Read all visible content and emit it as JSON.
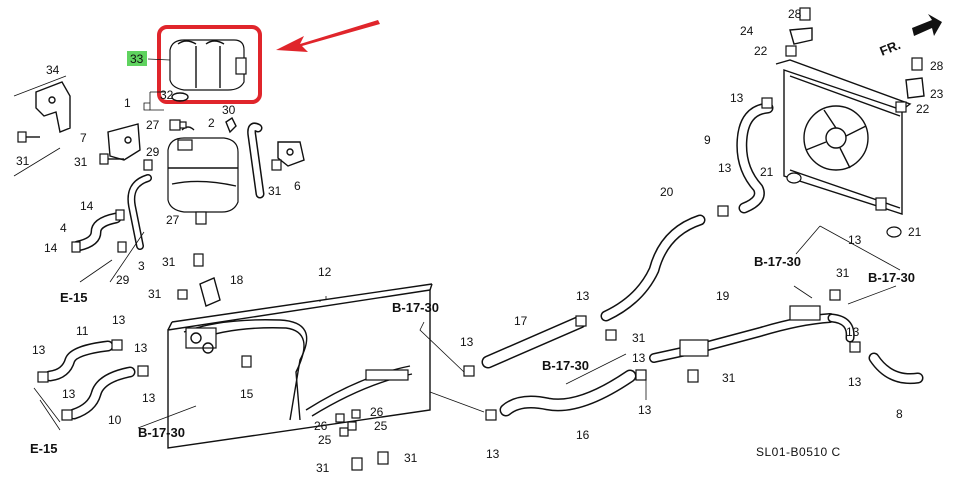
{
  "diagram": {
    "highlight_color": "#e0252b",
    "badge_color": "#5fd35f",
    "highlight_label": "33",
    "code": "SL01-B0510 C",
    "direction": "FR.",
    "ref_b1730": "B-17-30",
    "ref_e15": "E-15",
    "labels": {
      "l34": "34",
      "l31a": "31",
      "l7": "7",
      "l31b": "31",
      "l1": "1",
      "l32": "32",
      "l30": "30",
      "l27a": "27",
      "l2": "2",
      "l29a": "29",
      "l6": "6",
      "l31c": "31",
      "l14a": "14",
      "l4": "4",
      "l14b": "14",
      "l29b": "29",
      "l3": "3",
      "l27b": "27",
      "l31d": "31",
      "l18": "18",
      "l31e": "31",
      "l12": "12",
      "l11": "11",
      "l13a": "13",
      "l13b": "13",
      "l13c": "13",
      "l10": "10",
      "l13d": "13",
      "l13e": "13",
      "l15": "15",
      "l26a": "26",
      "l26b": "26",
      "l25a": "25",
      "l25b": "25",
      "l31f": "31",
      "l31g": "31",
      "l17": "17",
      "l13f": "13",
      "l13g": "13",
      "l13h": "13",
      "l31h": "31",
      "l16": "16",
      "l13i": "13",
      "l13j": "13",
      "l20": "20",
      "l13k": "13",
      "l9": "9",
      "l13l": "13",
      "l21a": "21",
      "l21b": "21",
      "l13m": "13",
      "l28a": "28",
      "l24": "24",
      "l22a": "22",
      "l28b": "28",
      "l23": "23",
      "l22b": "22",
      "l19": "19",
      "l31i": "31",
      "l31j": "31",
      "l13n": "13",
      "l13o": "13",
      "l8": "8"
    }
  }
}
